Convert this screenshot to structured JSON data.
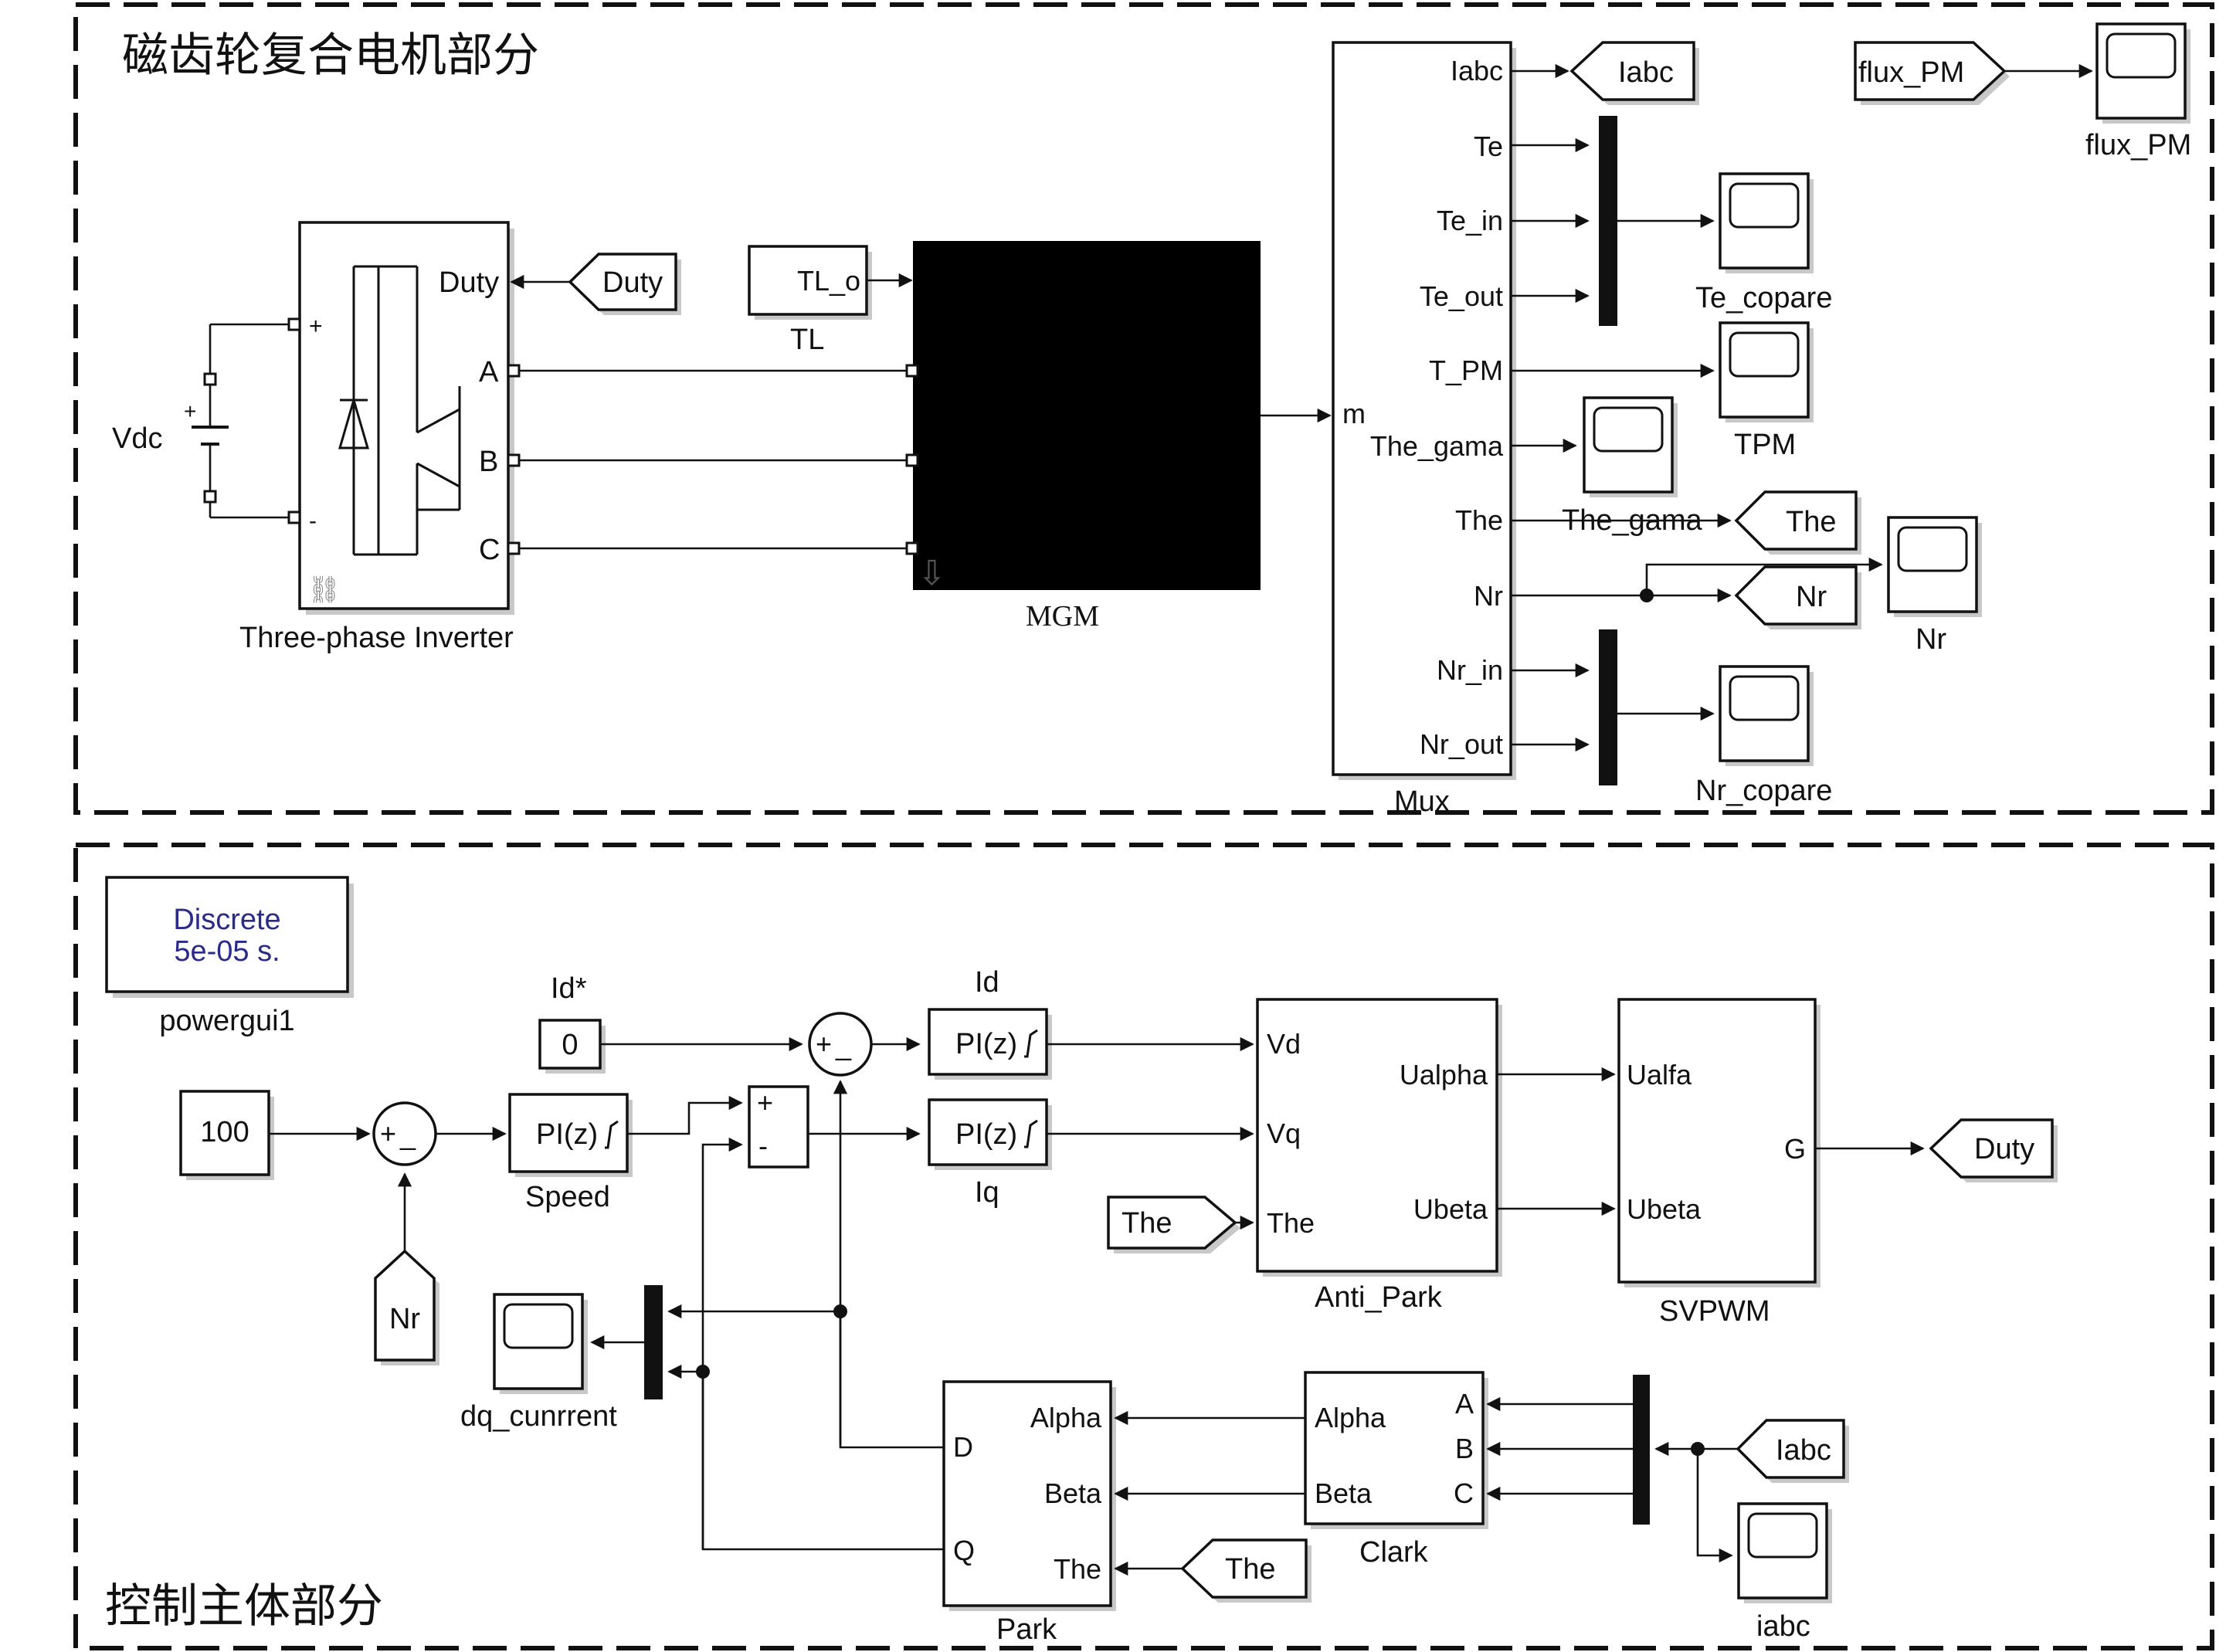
{
  "sections": {
    "top_title": "磁齿轮复合电机部分",
    "bottom_title": "控制主体部分"
  },
  "inverter": {
    "name": "Three-phase Inverter",
    "ports": {
      "duty": "Duty",
      "a": "A",
      "b": "B",
      "c": "C",
      "plus": "+",
      "minus": "-"
    }
  },
  "dc_source": {
    "name": "Vdc",
    "plus": "+"
  },
  "goto_tags": {
    "duty_in": "Duty",
    "tl_o": "TL_o",
    "tl": "TL",
    "iabc_out": "Iabc",
    "flux_pm": "flux_PM",
    "the_out": "The",
    "nr_out": "Nr"
  },
  "mgm": {
    "name": "MGM"
  },
  "demux": {
    "name": "Mux",
    "input_port": "m",
    "outputs": [
      "Iabc",
      "Te",
      "Te_in",
      "Te_out",
      "T_PM",
      "The_gama",
      "The",
      "Nr",
      "Nr_in",
      "Nr_out"
    ]
  },
  "scopes": {
    "flux_pm": "flux_PM",
    "te_copare": "Te_copare",
    "tpm": "TPM",
    "the_gama": "The_gama",
    "nr": "Nr",
    "nr_copare": "Nr_copare",
    "dq_current": "dq_cunrrent",
    "iabc": "iabc"
  },
  "powergui": {
    "line1": "Discrete",
    "line2": "5e-05 s.",
    "name": "powergui1"
  },
  "controls": {
    "speed_ref": "100",
    "id_ref": "0",
    "id_ref_label": "Id*",
    "pi_text": "PI(z)",
    "speed_name": "Speed",
    "id_name": "Id",
    "iq_name": "Iq",
    "sum_plus": "+",
    "sum_minus": "_",
    "sum_rect_plus": "+",
    "sum_rect_minus": "-",
    "nr_from": "Nr",
    "the_from_1": "The",
    "the_from_2": "The",
    "iabc_from": "Iabc",
    "duty_goto": "Duty"
  },
  "anti_park": {
    "name": "Anti_Park",
    "vd": "Vd",
    "vq": "Vq",
    "the": "The",
    "ualpha": "Ualpha",
    "ubeta": "Ubeta"
  },
  "svpwm": {
    "name": "SVPWM",
    "ualfa": "Ualfa",
    "ubeta": "Ubeta",
    "g": "G"
  },
  "park": {
    "name": "Park",
    "alpha": "Alpha",
    "beta": "Beta",
    "the": "The",
    "d": "D",
    "q": "Q"
  },
  "clark": {
    "name": "Clark",
    "alpha": "Alpha",
    "beta": "Beta",
    "a": "A",
    "b": "B",
    "c": "C"
  }
}
